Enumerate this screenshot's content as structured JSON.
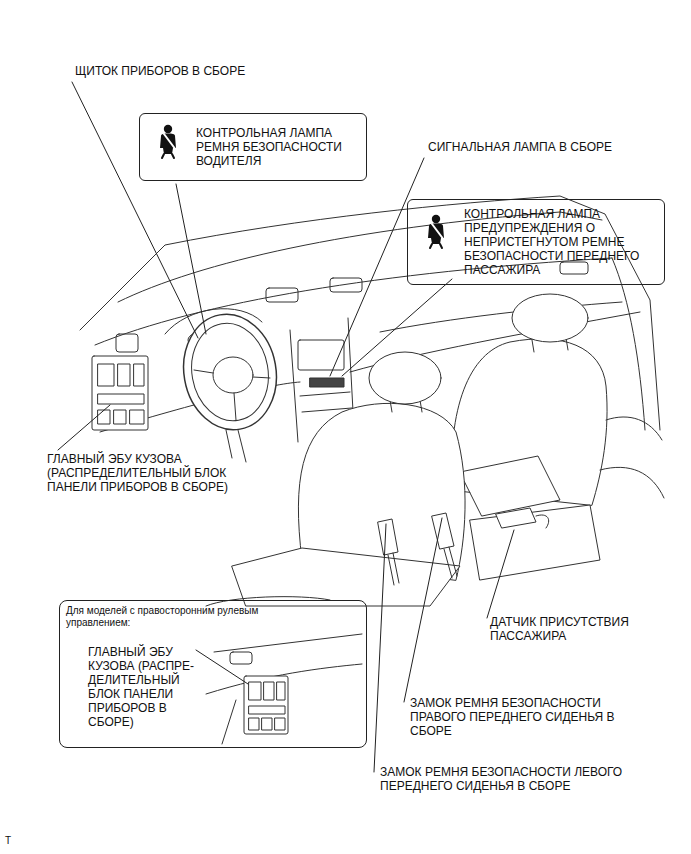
{
  "diagram": {
    "nodes": [
      {
        "text": [
          "КОНТРОЛЬНАЯ ЛАМПА РЕМНЯ БЕЗОПАСНОСТИ ВОДИТЕЛЯ"
        ]
      },
      {
        "text": [
          "КОНТРОЛЬНАЯ ЛАМПА ПРЕДУПРЕЖДЕНИЯ О НЕПРИСТЕГНУТОМ РЕМНЕ БЕЗОПАСНОСТИ ПЕРЕДНЕГО ПАССАЖИРА"
        ]
      },
      {
        "text": [
          "Для моделей с правосторонним рулевым управлением:",
          "ГЛАВНЫЙ ЭБУ КУЗОВА (РАСПРЕ- ДЕЛИТЕЛЬНЫЙ БЛОК ПАНЕЛИ ПРИБОРОВ В СБОРЕ)"
        ]
      }
    ],
    "labels": [
      "ЩИТОК ПРИБОРОВ В СБОРЕ",
      "СИГНАЛЬНАЯ ЛАМПА В СБОРЕ",
      "ГЛАВНЫЙ ЭБУ КУЗОВА (РАСПРЕДЕЛИТЕЛЬНЫЙ БЛОК ПАНЕЛИ ПРИБОРОВ В СБОРЕ)",
      "ДАТЧИК ПРИСУТСТВИЯ ПАССАЖИРА",
      "ЗАМОК РЕМНЯ БЕЗОПАСНОСТИ ПРАВОГО ПЕРЕДНЕГО СИДЕНЬЯ В СБОРЕ",
      "ЗАМОК РЕМНЯ БЕЗОПАСНОСТИ ЛЕВОГО ПЕРЕДНЕГО СИДЕНЬЯ В СБОРЕ",
      "T"
    ]
  }
}
